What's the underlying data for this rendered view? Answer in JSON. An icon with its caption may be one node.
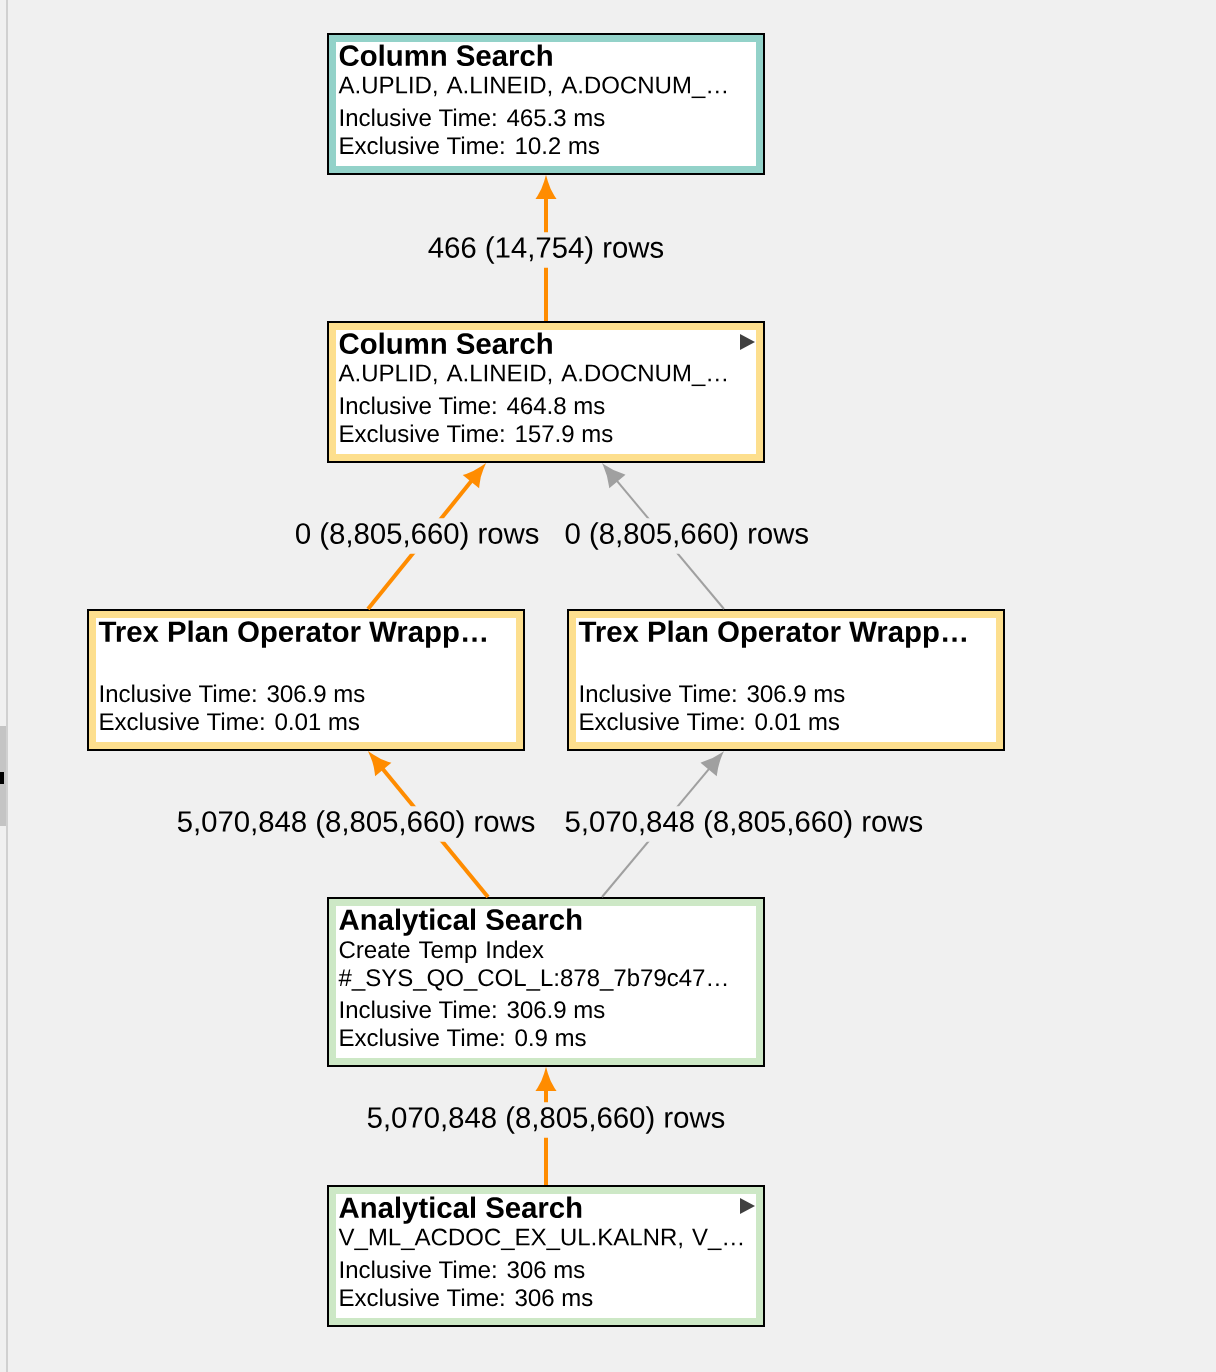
{
  "diagram": {
    "nodes": [
      {
        "text": [
          "Column Search",
          "A.UPLID, A.LINEID, A.DOCNUM_…",
          "Inclusive Time: 465.3 ms",
          "Exclusive Time: 10.2 ms"
        ]
      },
      {
        "text": [
          "Column Search",
          "A.UPLID, A.LINEID, A.DOCNUM_…",
          "Inclusive Time: 464.8 ms",
          "Exclusive Time: 157.9 ms"
        ]
      },
      {
        "text": [
          "Trex Plan Operator Wrapp…",
          "Inclusive Time: 306.9 ms",
          "Exclusive Time: 0.01 ms"
        ]
      },
      {
        "text": [
          "Trex Plan Operator Wrapp…",
          "Inclusive Time: 306.9 ms",
          "Exclusive Time: 0.01 ms"
        ]
      },
      {
        "text": [
          "Analytical Search",
          "Create Temp Index #_SYS_QO_COL_L:878_7b79c47…",
          "Inclusive Time: 306.9 ms",
          "Exclusive Time: 0.9 ms"
        ]
      },
      {
        "text": [
          "Analytical Search",
          "V_ML_ACDOC_EX_UL.KALNR, V_…",
          "Inclusive Time: 306 ms",
          "Exclusive Time: 306 ms"
        ]
      }
    ],
    "edges": [
      {
        "from": 1,
        "to": 0,
        "arrow": "to",
        "label": "466 (14,754) rows"
      },
      {
        "from": 2,
        "to": 1,
        "arrow": "to",
        "label": "0 (8,805,660) rows"
      },
      {
        "from": 3,
        "to": 1,
        "arrow": "to",
        "label": "0 (8,805,660) rows",
        "color": "#a0a0a0"
      },
      {
        "from": 4,
        "to": 2,
        "arrow": "to",
        "label": "5,070,848 (8,805,660) rows"
      },
      {
        "from": 4,
        "to": 3,
        "arrow": "to",
        "label": "5,070,848 (8,805,660) rows",
        "color": "#a0a0a0"
      },
      {
        "from": 5,
        "to": 4,
        "arrow": "to",
        "label": "5,070,848 (8,805,660) rows"
      }
    ]
  }
}
